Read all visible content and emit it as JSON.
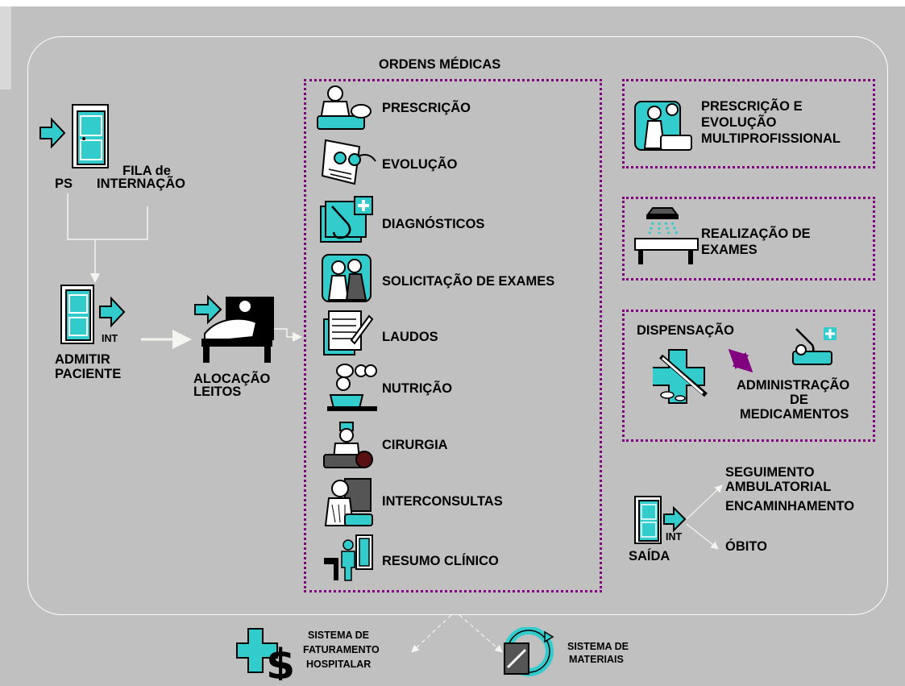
{
  "ordens": {
    "title": "ORDENS MÉDICAS",
    "items": [
      {
        "label": "PRESCRIÇÃO",
        "icon": "doctor-prescription-icon"
      },
      {
        "label": "EVOLUÇÃO",
        "icon": "document-glasses-icon"
      },
      {
        "label": "DIAGNÓSTICOS",
        "icon": "stethoscope-chart-icon"
      },
      {
        "label": "SOLICITAÇÃO DE EXAMES",
        "icon": "doctors-consult-icon"
      },
      {
        "label": "LAUDOS",
        "icon": "notepad-pen-icon"
      },
      {
        "label": "NUTRIÇÃO",
        "icon": "chef-food-icon"
      },
      {
        "label": "CIRURGIA",
        "icon": "surgeon-icon"
      },
      {
        "label": "INTERCONSULTAS",
        "icon": "nurse-patient-icon"
      },
      {
        "label": "RESUMO CLÍNICO",
        "icon": "person-door-icon"
      }
    ]
  },
  "left": {
    "ps": "PS",
    "fila_1": "FILA de",
    "fila_2": "INTERNAÇÃO",
    "int_tag": "INT",
    "admitir_1": "ADMITIR",
    "admitir_2": "PACIENTE",
    "alocacao_1": "ALOCAÇÃO",
    "alocacao_2": "LEITOS"
  },
  "right": {
    "presc_1": "PRESCRIÇÃO E",
    "presc_2": "EVOLUÇÃO",
    "presc_3": "MULTIPROFISSIONAL",
    "exames_1": "REALIZAÇÃO DE",
    "exames_2": "EXAMES",
    "dispensacao": "DISPENSAÇÃO",
    "admin_1": "ADMINISTRAÇÃO",
    "admin_2": "DE",
    "admin_3": "MEDICAMENTOS",
    "seguimento_1": "SEGUIMENTO",
    "seguimento_2": "AMBULATORIAL",
    "encaminhamento": "ENCAMINHAMENTO",
    "obito": "ÓBITO",
    "saida": "SAÍDA",
    "int_tag": "INT"
  },
  "bottom": {
    "fat_1": "SISTEMA DE",
    "fat_2": "FATURAMENTO",
    "fat_3": "HOSPITALAR",
    "mat_1": "SISTEMA DE",
    "mat_2": "MATERIAIS"
  },
  "colors": {
    "teal": "#33cccc",
    "purple": "#800080",
    "background": "#c0c0c0"
  }
}
